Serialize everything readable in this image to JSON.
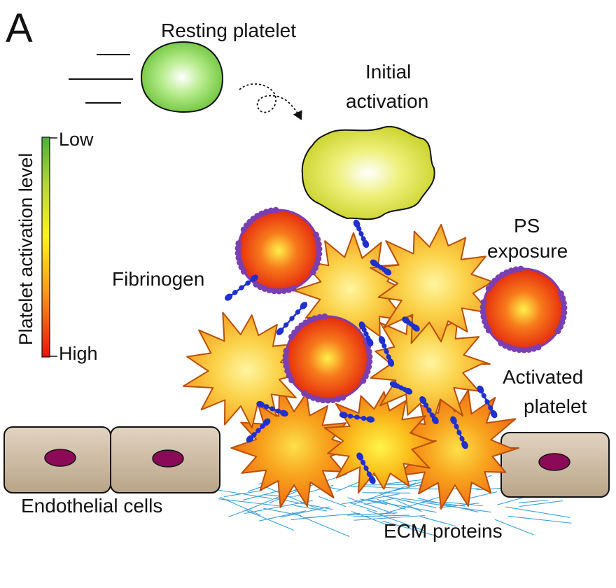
{
  "panel_letter": "A",
  "labels": {
    "resting_platelet": "Resting platelet",
    "initial_activation_line1": "Initial",
    "initial_activation_line2": "activation",
    "ps_exposure_line1": "PS",
    "ps_exposure_line2": "exposure",
    "fibrinogen": "Fibrinogen",
    "activated_platelet_line1": "Activated",
    "activated_platelet_line2": "platelet",
    "endothelial_cells": "Endothelial cells",
    "ecm_proteins": "ECM proteins"
  },
  "scale": {
    "title": "Platelet activation level",
    "low_label": "Low",
    "high_label": "High"
  },
  "colors": {
    "resting": "#7fd04a",
    "initial": "#d8e03a",
    "activated": "#f7b21c",
    "activated_dark": "#f06a14",
    "procoagulant": "#ee2a10",
    "ps_dots": "#7a3fb0",
    "fibrinogen": "#1f2fd0",
    "endothelial": "#cdbba4",
    "nucleus": "#8b0a57",
    "ecm": "#3aa0d8"
  }
}
